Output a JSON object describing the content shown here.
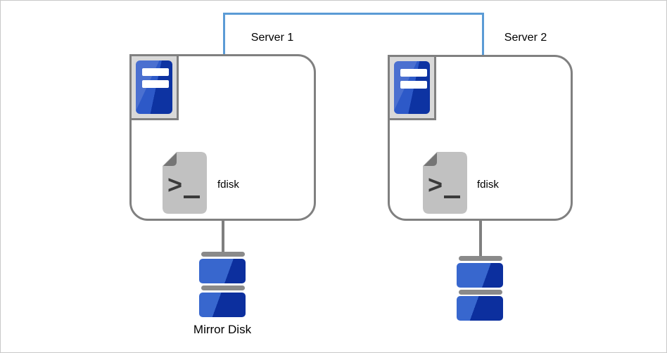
{
  "frame": {
    "background": "#ffffff",
    "border_color": "#c9c9c9"
  },
  "colors": {
    "frame_bg": "#ffffff",
    "frame_border": "#c9c9c9",
    "link_blue": "#5b9bd5",
    "connector_gray": "#7f7f7f",
    "node_border_gray": "#808080",
    "icon_tile_bg": "#d9d9d9",
    "server_blue_light": "#2d59c8",
    "server_blue_dark": "#0d33a2",
    "doc_gray": "#c1c1c1",
    "doc_fold_gray": "#757575",
    "glyph_dark": "#3b3b3b",
    "disk_bar_gray": "#8a8a8a",
    "disk_blue_light": "#3867ce",
    "disk_blue_dark": "#0c2f9e",
    "label_text": "#000000"
  },
  "icons": {
    "prompt_glyph": ">",
    "server_tower": "blue server tower with two white slots",
    "terminal_file": "gray document with folded corner and terminal prompt",
    "disk_stack": "two blue platters with gray separators"
  },
  "nodes": {
    "server1": {
      "label": "Server 1",
      "tool": "fdisk"
    },
    "server2": {
      "label": "Server 2",
      "tool": "fdisk"
    },
    "disk1": {
      "label": "Mirror Disk"
    },
    "disk2": {
      "label": ""
    }
  }
}
